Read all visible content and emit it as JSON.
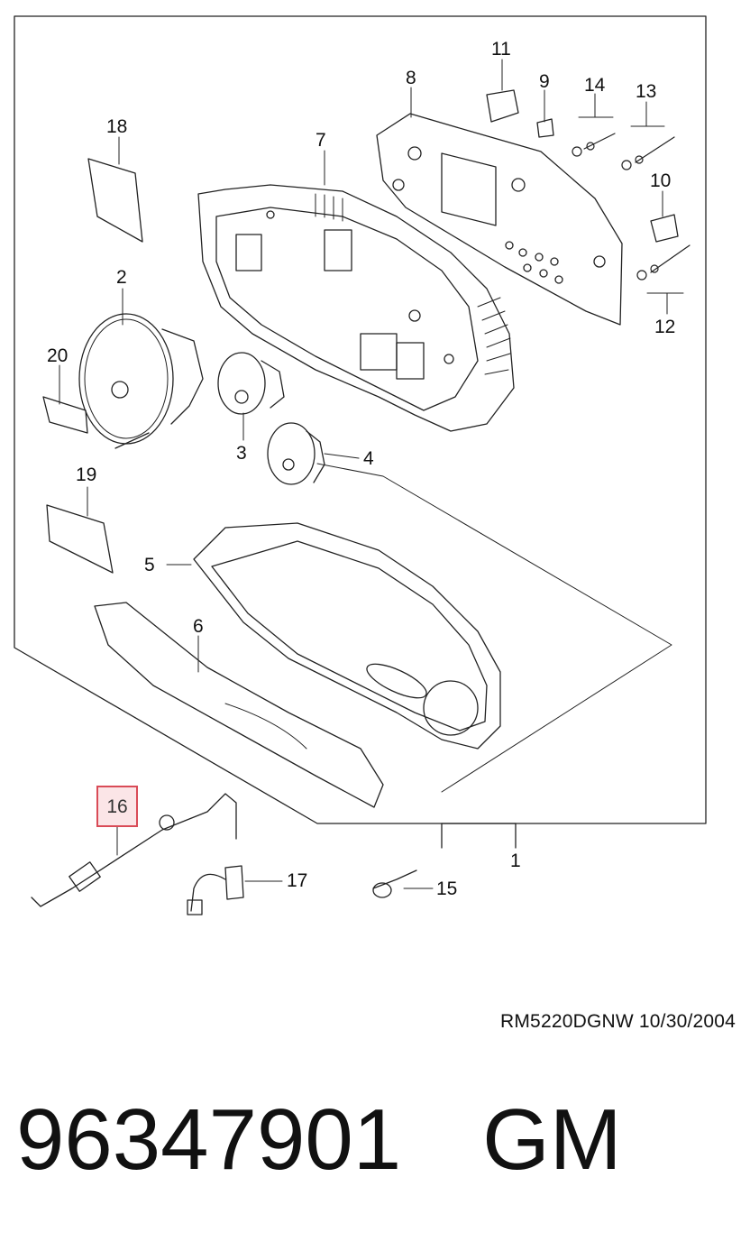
{
  "callouts": {
    "c1": "1",
    "c2": "2",
    "c3": "3",
    "c4": "4",
    "c5": "5",
    "c6": "6",
    "c7": "7",
    "c8": "8",
    "c9": "9",
    "c10": "10",
    "c11": "11",
    "c12": "12",
    "c13": "13",
    "c14": "14",
    "c15": "15",
    "c16": "16",
    "c17": "17",
    "c18": "18",
    "c19": "19",
    "c20": "20"
  },
  "highlight": {
    "callout": "16",
    "fill": "#fbe5e7",
    "border": "#d94b57"
  },
  "footer": {
    "drawing_code": "RM5220DGNW  10/30/2004",
    "part_number": "96347901",
    "brand": "GM"
  }
}
